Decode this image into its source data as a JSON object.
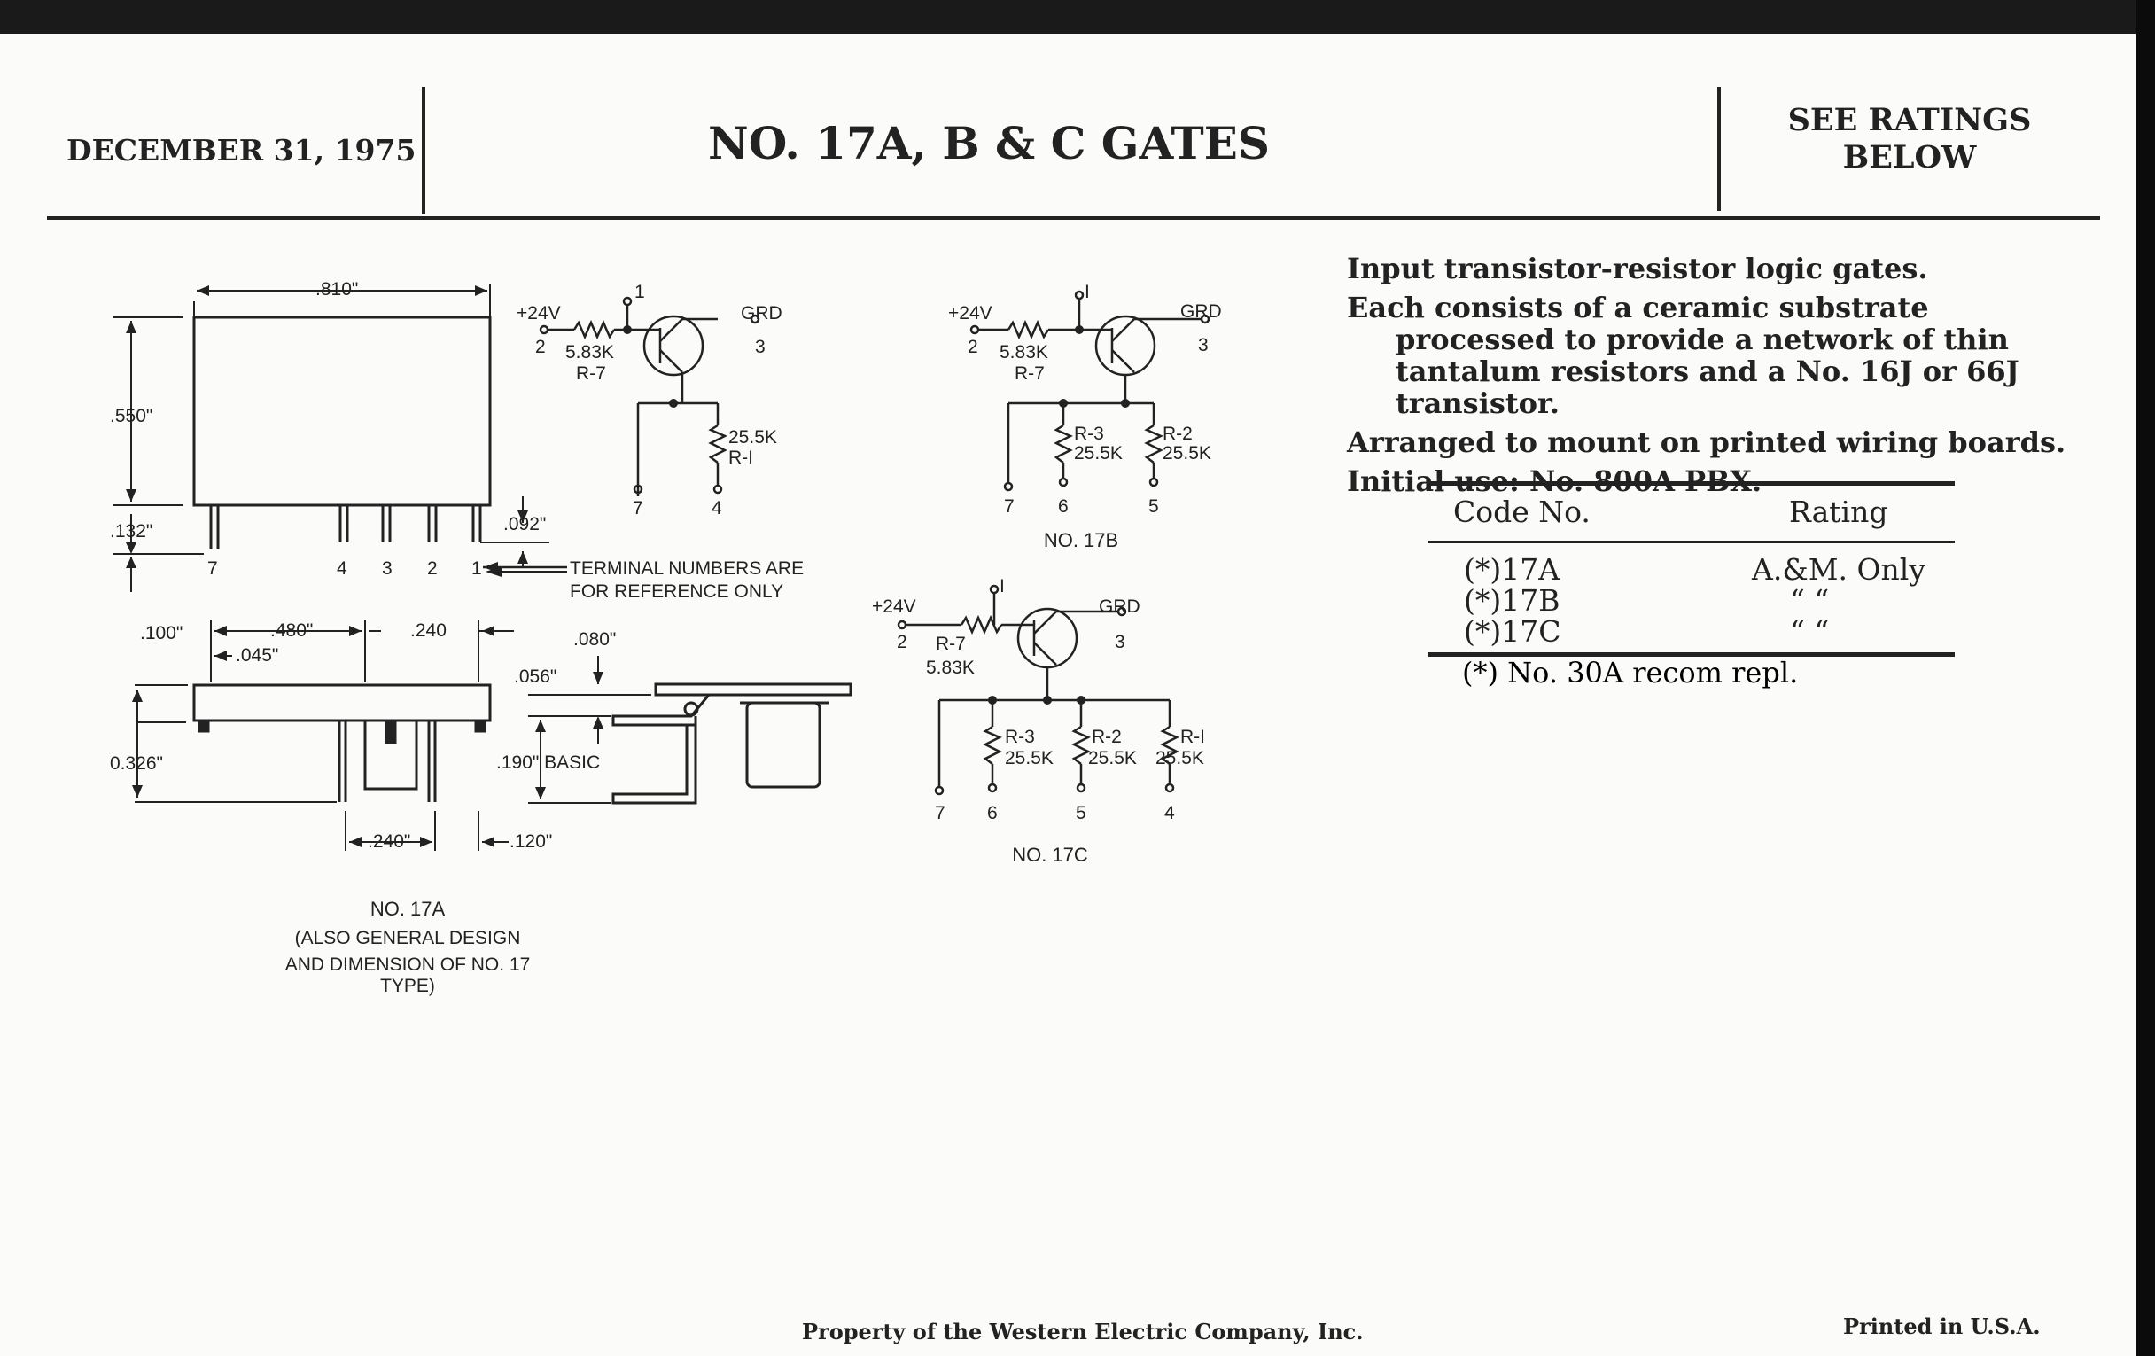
{
  "header": {
    "date": "DECEMBER 31, 1975",
    "title": "NO. 17A, B & C GATES",
    "ratings_line1": "SEE RATINGS",
    "ratings_line2": "BELOW"
  },
  "description": {
    "line1": "Input transistor-resistor logic gates.",
    "line2": "Each consists of a ceramic substrate processed to provide a network of thin tantalum resistors and a No. 16J or 66J transistor.",
    "line3": "Arranged to mount on printed wiring boards.",
    "line4": "Initial use: No. 800A PBX."
  },
  "ratings_table": {
    "col_code": "Code No.",
    "col_rating": "Rating",
    "rows": [
      {
        "code": "(*)17A",
        "rating": "A.&M. Only"
      },
      {
        "code": "(*)17B",
        "rating": "“     “"
      },
      {
        "code": "(*)17C",
        "rating": "“     “"
      }
    ],
    "footnote": "(*) No. 30A recom repl."
  },
  "drawing_17a": {
    "dim_width": ".810\"",
    "dim_height": ".550\"",
    "dim_pin": ".132\"",
    "dim_092": ".092\"",
    "pins": [
      "7",
      "4",
      "3",
      "2",
      "1"
    ],
    "terminal_note_line1": "TERMINAL NUMBERS ARE",
    "terminal_note_line2": "FOR REFERENCE ONLY",
    "dim_100": ".100\"",
    "dim_480": ".480\"",
    "dim_240_top": ".240",
    "dim_045": ".045\"",
    "dim_0326": "0.326\"",
    "dim_240_bottom": ".240\"",
    "dim_120": ".120\"",
    "dim_080": ".080\"",
    "dim_056": ".056\"",
    "dim_190": ".190\" BASIC",
    "caption_title": "NO. 17A",
    "caption_line2": "(ALSO GENERAL DESIGN",
    "caption_line3": "AND DIMENSION OF NO. 17 TYPE)"
  },
  "schematic_17a": {
    "supply": "+24V",
    "pin_supply": "2",
    "pin_base": "1",
    "ground": "GRD",
    "pin_ground": "3",
    "r7_value": "5.83K",
    "r7_name": "R-7",
    "r1_value": "25.5K",
    "r1_name": "R-I",
    "pin_left": "7",
    "pin_right": "4"
  },
  "schematic_17b": {
    "supply": "+24V",
    "pin_supply": "2",
    "pin_base": "I",
    "ground": "GRD",
    "pin_ground": "3",
    "r7_value": "5.83K",
    "r7_name": "R-7",
    "r3_name": "R-3",
    "r3_value": "25.5K",
    "r2_name": "R-2",
    "r2_value": "25.5K",
    "pin_a": "7",
    "pin_b": "6",
    "pin_c": "5",
    "caption": "NO. 17B"
  },
  "schematic_17c": {
    "supply": "+24V",
    "pin_supply": "2",
    "pin_base": "I",
    "ground": "GRD",
    "pin_ground": "3",
    "r7_name": "R-7",
    "r7_value": "5.83K",
    "r3_name": "R-3",
    "r3_value": "25.5K",
    "r2_name": "R-2",
    "r2_value": "25.5K",
    "r1_name": "R-I",
    "r1_value": "25.5K",
    "pin_a": "7",
    "pin_b": "6",
    "pin_c": "5",
    "pin_d": "4",
    "caption": "NO. 17C"
  },
  "footer": {
    "property": "Property of the Western Electric Company, Inc.",
    "printed": "Printed in U.S.A."
  }
}
